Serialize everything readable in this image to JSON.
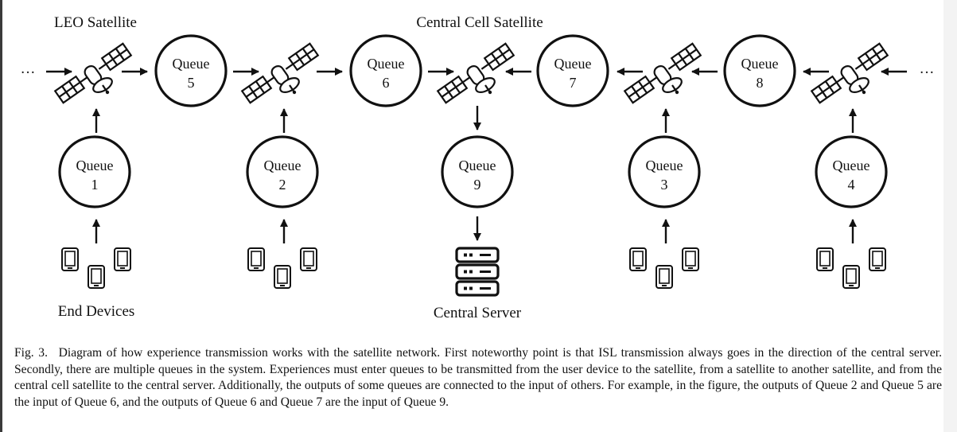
{
  "labels": {
    "leo_satellite": "LEO Satellite",
    "central_cell_satellite": "Central Cell Satellite",
    "end_devices": "End Devices",
    "central_server": "Central Server",
    "ellipsis": "···"
  },
  "queues": [
    {
      "id": "queue-5",
      "title": "Queue",
      "number": "5"
    },
    {
      "id": "queue-6",
      "title": "Queue",
      "number": "6"
    },
    {
      "id": "queue-7",
      "title": "Queue",
      "number": "7"
    },
    {
      "id": "queue-8",
      "title": "Queue",
      "number": "8"
    },
    {
      "id": "queue-1",
      "title": "Queue",
      "number": "1"
    },
    {
      "id": "queue-2",
      "title": "Queue",
      "number": "2"
    },
    {
      "id": "queue-9",
      "title": "Queue",
      "number": "9"
    },
    {
      "id": "queue-3",
      "title": "Queue",
      "number": "3"
    },
    {
      "id": "queue-4",
      "title": "Queue",
      "number": "4"
    }
  ],
  "icons": {
    "satellite": "satellite-icon",
    "device": "tablet-icon",
    "server": "server-rack-icon"
  },
  "caption": {
    "fig_number": "Fig. 3.",
    "text": "Diagram of how experience transmission works with the satellite network. First noteworthy point is that ISL transmission always goes in the direction of the central server. Secondly, there are multiple queues in the system. Experiences must enter queues to be transmitted from the user device to the satellite, from a satellite to another satellite, and from the central cell satellite to the central server. Additionally, the outputs of some queues are connected to the input of others. For example, in the figure, the outputs of Queue 2 and Queue 5 are the input of Queue 6, and the outputs of Queue 6 and Queue 7 are the input of Queue 9."
  }
}
